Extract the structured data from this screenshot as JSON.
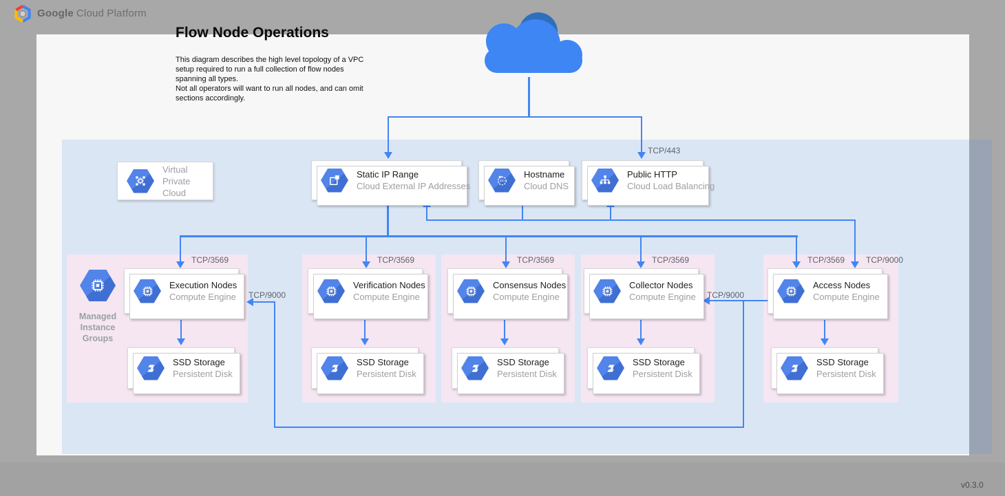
{
  "header": {
    "logo": "google-cloud-hexagon-logo",
    "brand_bold": "Google",
    "brand_rest": "Cloud Platform"
  },
  "doc": {
    "title": "Flow Node Operations",
    "description": "This diagram describes the high level topology of a VPC setup required to run a full collection of flow nodes spanning all types.\nNot all operators will want to run all nodes, and can omit sections accordingly.",
    "version": "v0.3.0"
  },
  "vpc_card": {
    "label": "Virtual\nPrivate Cloud",
    "icon": "vpc-icon"
  },
  "service_cards": [
    {
      "title": "Static IP Range",
      "subtitle": "Cloud External IP Addresses",
      "icon": "external-ip-icon"
    },
    {
      "title": "Hostname",
      "subtitle": "Cloud DNS",
      "icon": "cloud-dns-icon"
    },
    {
      "title": "Public HTTP",
      "subtitle": "Cloud Load Balancing",
      "icon": "load-balancer-icon"
    }
  ],
  "edges": {
    "ingress_port": "TCP/443"
  },
  "mig": {
    "label": "Managed Instance Groups",
    "icon": "managed-instance-group-icon"
  },
  "groups": [
    {
      "name": "execution",
      "compute_title": "Execution Nodes",
      "compute_subtitle": "Compute Engine",
      "storage_title": "SSD Storage",
      "storage_subtitle": "Persistent Disk",
      "port": "TCP/3569"
    },
    {
      "name": "verification",
      "compute_title": "Verification Nodes",
      "compute_subtitle": "Compute Engine",
      "storage_title": "SSD Storage",
      "storage_subtitle": "Persistent Disk",
      "port": "TCP/3569"
    },
    {
      "name": "consensus",
      "compute_title": "Consensus Nodes",
      "compute_subtitle": "Compute Engine",
      "storage_title": "SSD Storage",
      "storage_subtitle": "Persistent Disk",
      "port": "TCP/3569"
    },
    {
      "name": "collector",
      "compute_title": "Collector Nodes",
      "compute_subtitle": "Compute Engine",
      "storage_title": "SSD Storage",
      "storage_subtitle": "Persistent Disk",
      "port": "TCP/3569"
    },
    {
      "name": "access",
      "compute_title": "Access Nodes",
      "compute_subtitle": "Compute Engine",
      "storage_title": "SSD Storage",
      "storage_subtitle": "Persistent Disk",
      "port": "TCP/3569",
      "alt_port": "TCP/9000"
    }
  ],
  "cross_links": {
    "access_to_collector": "TCP/9000",
    "access_to_execution": "TCP/9000"
  },
  "colors": {
    "line_blue": "#4285f4",
    "hexagon_blue": "#4c7de2",
    "cloud_blue": "#3d86f4",
    "cloud_dark_blue": "#2e6fbd",
    "vpc_overlay": "rgba(66,133,244,0.15)",
    "group_pink": "#f5e6f2",
    "canvas_white": "#f6f7f6",
    "background_gray": "#a8a8a8"
  }
}
